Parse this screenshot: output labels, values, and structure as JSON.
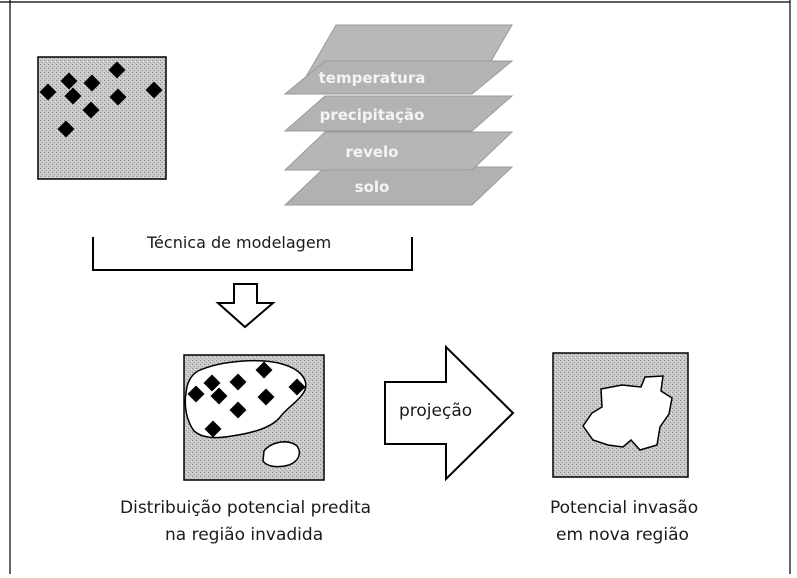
{
  "layers": [
    "temperatura",
    "precipitação",
    "revelo",
    "solo"
  ],
  "technique_label": "Técnica de modelagem",
  "projection_label": "projeção",
  "result_label_line1": "Distribuição potencial predita",
  "result_label_line2": "na região invadida",
  "new_region_label_line1": "Potencial invasão",
  "new_region_label_line2": "em nova região",
  "colors": {
    "stipple_background": "#c4c4c4",
    "layer_fill": "#b3b3b3",
    "layer_edge": "#9a9a9a",
    "marker": "#000000",
    "frame_line": "#000000"
  }
}
